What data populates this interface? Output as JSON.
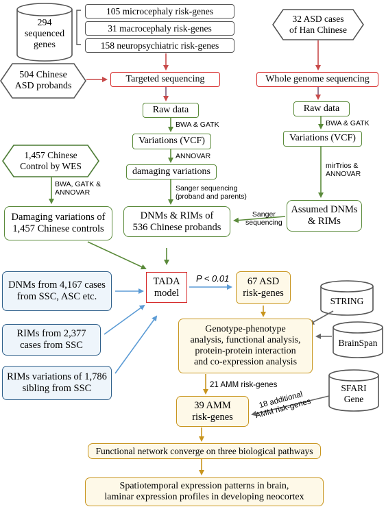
{
  "inputs": {
    "sequenced_genes": "294\nsequenced\ngenes",
    "microcephaly": "105 microcephaly risk-genes",
    "macrocephaly": "31 macrocephaly risk-genes",
    "neuropsychiatric": "158 neuropsychiatric risk-genes",
    "asd_probands": "504 Chinese\nASD probands",
    "han_cases": "32 ASD cases\nof Han Chinese",
    "controls": "1,457 Chinese\nControl by WES"
  },
  "left_pipeline": {
    "targeted": "Targeted sequencing",
    "raw": "Raw data",
    "bwa": "BWA & GATK",
    "vcf": "Variations (VCF)",
    "annovar": "ANNOVAR",
    "damaging": "damaging variations",
    "sanger": "Sanger sequencing\n(proband and parents)",
    "dnms": "DNMs & RIMs of\n536 Chinese probands"
  },
  "right_pipeline": {
    "wgs": "Whole genome sequencing",
    "raw": "Raw data",
    "bwa": "BWA & GATK",
    "vcf": "Variations (VCF)",
    "mirtrios": "mirTrios &\nANNOVAR",
    "assumed": "Assumed DNMs\n& RIMs",
    "sanger": "Sanger\nsequencing"
  },
  "control_pipeline": {
    "tools": "BWA, GATK &\nANNOVAR",
    "damaging_controls": "Damaging variations of\n1,457 Chinese controls"
  },
  "external": {
    "ssc_asc": "DNMs from 4,167 cases\nfrom SSC, ASC etc.",
    "rims_2377": "RIMs from 2,377\ncases from SSC",
    "rims_1786": "RIMs variations of 1,786\nsibling from SSC"
  },
  "analysis": {
    "tada": "TADA\nmodel",
    "p_value": "P < 0.01",
    "asd_genes": "67 ASD\nrisk-genes",
    "string_db": "STRING",
    "brainspan_db": "BrainSpan",
    "sfari_db": "SFARI\nGene",
    "genotype": "Genotype-phenotype\nanalysis, functional analysis,\nprotein-protein interaction\nand co-expression analysis",
    "amm21": "21 AMM risk-genes",
    "amm39": "39 AMM\nrisk-genes",
    "additional": "18 additional\nAMM risk-genes",
    "network": "Functional network converge on three biological pathways",
    "spatiotemporal": "Spatiotemporal expression patterns in brain,\nlaminar expression profiles in developing neocortex"
  },
  "colors": {
    "green": "#5a8a3a",
    "red": "#d62a2a",
    "blue": "#2e5f8a",
    "gold": "#c8951e",
    "light_blue_arrow": "#5b9bd5",
    "gray": "#555555"
  }
}
